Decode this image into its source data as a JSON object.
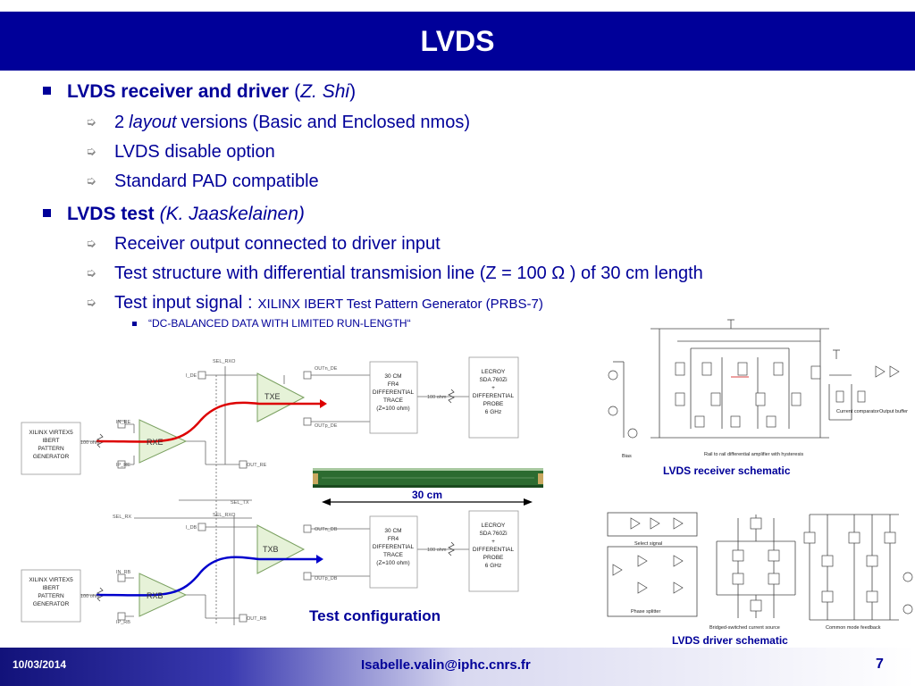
{
  "title": "LVDS",
  "bullets": {
    "b1": {
      "label": "LVDS receiver and driver",
      "paren_open": "(",
      "author": "Z. Shi",
      "paren_close": ")"
    },
    "b1_subs": {
      "s1_pre": "2",
      "s1_ital": "layout",
      "s1_post": "versions (Basic and Enclosed nmos)",
      "s2": "LVDS disable option",
      "s3": "Standard PAD compatible"
    },
    "b2": {
      "label": "LVDS test",
      "author": "(K. Jaaskelainen)"
    },
    "b2_subs": {
      "s1": "Receiver output connected to driver input",
      "s2": "Test structure with differential transmision line (Z = 100 Ω ) of 30 cm length",
      "s3_main": "Test input signal :",
      "s3_small": "XILINX IBERT Test Pattern Generator (PRBS-7)",
      "s3_sub": "“DC-BALANCED DATA WITH LIMITED RUN-LENGTH“"
    }
  },
  "test_config": {
    "caption": "Test configuration",
    "cable_length": "30 cm",
    "generator": [
      "XILINX VIRTEX5",
      "IBERT",
      "PATTERN",
      "GENERATOR"
    ],
    "trace_box": [
      "30 CM",
      "FR4",
      "DIFFERENTIAL",
      "TRACE",
      "(Z=100 ohm)"
    ],
    "probe_box": [
      "LECROY",
      "SDA 760Zi",
      "+",
      "DIFFERENTIAL",
      "PROBE",
      "6 GHz"
    ],
    "ohm_label": "100 ohm",
    "top_labels": {
      "sel_rxo": "SEL_RXO",
      "i_de": "I_DE",
      "outn_de": "OUTn_DE",
      "outp_de": "OUTp_DE",
      "txe": "TXE",
      "rxe": "RXE",
      "in_re": "IN_RE",
      "ip_re": "IP_RE",
      "out_re": "OUT_RE"
    },
    "bottom_labels": {
      "sel_tx": "SEL_TX",
      "sel_rx": "SEL_RX",
      "sel_rxo": "SEL_RXO",
      "i_db": "I_DB",
      "outn_db": "OUTn_DB",
      "outp_db": "OUTp_DB",
      "txb": "TXB",
      "rxb": "RXB",
      "in_rb": "IN_RB",
      "ip_rb": "IP_RB",
      "out_rb": "OUT_RB"
    }
  },
  "receiver_schematic": {
    "caption": "LVDS receiver schematic",
    "labels": [
      "Current comparator",
      "Output buffer",
      "Rail to rail differential amplifier with hysteresis",
      "Bias"
    ]
  },
  "driver_schematic": {
    "caption": "LVDS driver schematic",
    "labels": [
      "Select signal",
      "Phase splitter",
      "Bridged-switched current source",
      "Common mode feedback"
    ]
  },
  "footer": {
    "date": "10/03/2014",
    "email": "Isabelle.valin@iphc.cnrs.fr",
    "page": "7"
  },
  "colors": {
    "title_bar": "#000099",
    "text": "#000099",
    "trace_red": "#dd0000",
    "trace_blue": "#0000cc",
    "buffer_fill": "#e6f2d8",
    "buffer_stroke": "#7aa060",
    "cable_green": "#2c6b30"
  }
}
